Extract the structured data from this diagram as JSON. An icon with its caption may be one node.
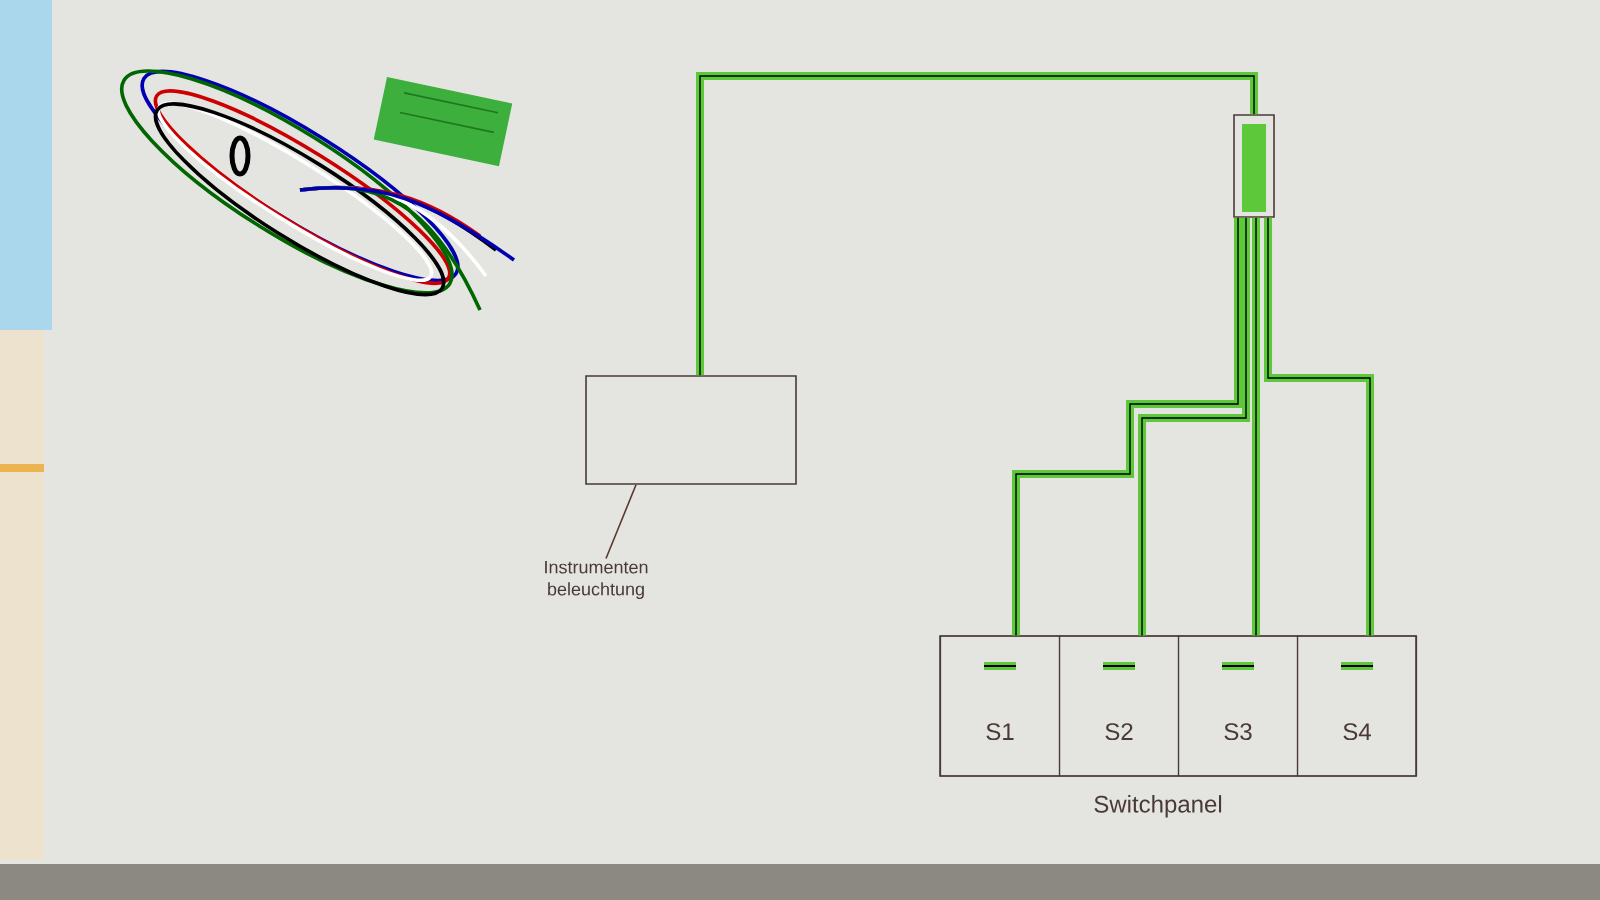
{
  "diagram": {
    "nodes": [
      {
        "text": [],
        "shape": "box"
      },
      {
        "text": [],
        "shape": "box"
      },
      {
        "text": [
          "Instrumenten beleuchtung"
        ]
      },
      {
        "text": [
          "Switchpanel"
        ]
      },
      {
        "text": [
          "S1"
        ],
        "in": 3
      },
      {
        "text": [
          "S2"
        ],
        "in": 3
      },
      {
        "text": [
          "S3"
        ],
        "in": 3
      },
      {
        "text": [
          "S4"
        ],
        "in": 3
      }
    ],
    "edges": [
      {
        "from": 0,
        "to": 1,
        "arrow": "none"
      },
      {
        "from": 0,
        "to": 4,
        "arrow": "none"
      },
      {
        "from": 0,
        "to": 5,
        "arrow": "none"
      },
      {
        "from": 0,
        "to": 6,
        "arrow": "none"
      },
      {
        "from": 0,
        "to": 7,
        "arrow": "none"
      },
      {
        "from": 2,
        "to": 1,
        "arrow": "none",
        "color": "#5a3a30"
      }
    ]
  }
}
